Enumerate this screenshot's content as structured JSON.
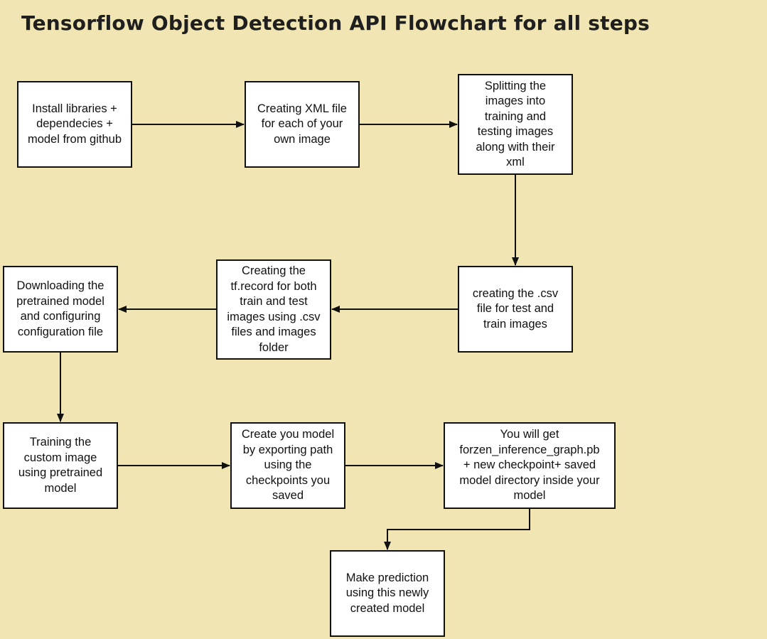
{
  "title": "Tensorflow Object Detection API Flowchart for all steps",
  "colors": {
    "background": "#f1e6b3",
    "box_fill": "#ffffff",
    "stroke": "#111111"
  },
  "steps": [
    {
      "id": "install",
      "text": "Install libraries +\ndependecies +\nmodel from github"
    },
    {
      "id": "xml",
      "text": "Creating XML file\nfor each of your\nown image"
    },
    {
      "id": "split",
      "text": "Splitting the\nimages into\ntraining and\ntesting images\nalong with their\nxml"
    },
    {
      "id": "csv",
      "text": "creating the .csv\nfile for test and\ntrain images"
    },
    {
      "id": "tfrecord",
      "text": "Creating the\ntf.record for both\ntrain and test\nimages using .csv\nfiles and images\nfolder"
    },
    {
      "id": "download",
      "text": "Downloading the\npretrained model\nand configuring\nconfiguration file"
    },
    {
      "id": "train",
      "text": "Training the\ncustom image\nusing pretrained\nmodel"
    },
    {
      "id": "export",
      "text": "Create you model\nby exporting path\nusing the\ncheckpoints you\nsaved"
    },
    {
      "id": "output",
      "text": "You will get\nforzen_inference_graph.pb\n+ new checkpoint+ saved\nmodel directory inside your\nmodel"
    },
    {
      "id": "predict",
      "text": "Make prediction\nusing this newly\ncreated model"
    }
  ],
  "connections": [
    [
      "install",
      "xml"
    ],
    [
      "xml",
      "split"
    ],
    [
      "split",
      "csv"
    ],
    [
      "csv",
      "tfrecord"
    ],
    [
      "tfrecord",
      "download"
    ],
    [
      "download",
      "train"
    ],
    [
      "train",
      "export"
    ],
    [
      "export",
      "output"
    ],
    [
      "output",
      "predict"
    ]
  ]
}
